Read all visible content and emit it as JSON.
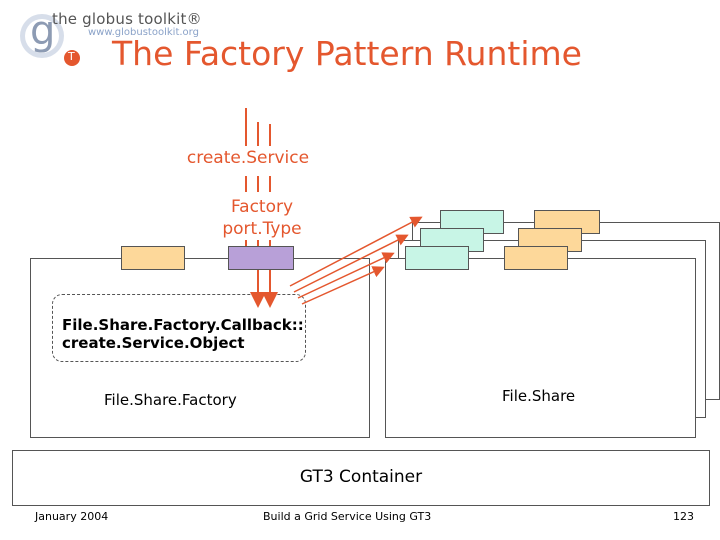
{
  "logo": {
    "letter": "g",
    "badge_letter": "T",
    "title": "the globus toolkit®",
    "url": "www.globustoolkit.org"
  },
  "slide": {
    "title": "The Factory Pattern Runtime"
  },
  "diagram": {
    "create_service_label": "create.Service",
    "factory_porttype_label_line1": "Factory",
    "factory_porttype_label_line2": "port.Type",
    "callback_label_line1": "File.Share.Factory.Callback::",
    "callback_label_line2": "create.Service.Object",
    "factory_label": "File.Share.Factory",
    "share_label": "File.Share",
    "container_label": "GT3 Container"
  },
  "colors": {
    "accent": "#e4572e",
    "porttype_orange": "#fdd89a",
    "porttype_teal": "#c8f5e6",
    "porttype_purple": "#b8a0d8"
  },
  "footer": {
    "date": "January 2004",
    "center": "Build a Grid Service Using GT3",
    "page": "123"
  }
}
